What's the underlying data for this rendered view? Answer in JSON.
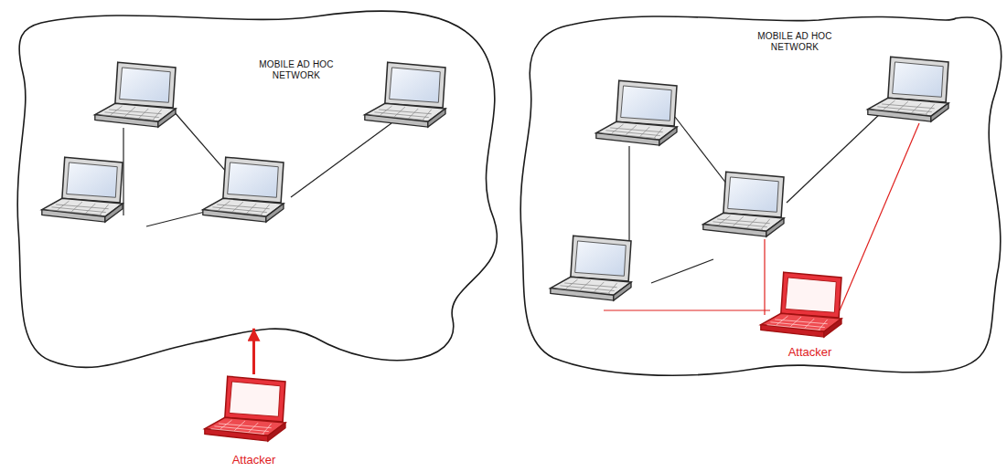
{
  "diagram": {
    "nodes": [
      {
        "text": [
          "MOBILE AD HOC NETWORK"
        ]
      },
      {
        "text": [
          "Attacker"
        ]
      },
      {
        "text": [
          "MOBILE AD HOC NETWORK"
        ]
      },
      {
        "text": [
          "Attacker"
        ],
        "in": 2
      }
    ],
    "edges": [
      {
        "from": 1,
        "to": 0,
        "arrow": "to"
      }
    ]
  }
}
